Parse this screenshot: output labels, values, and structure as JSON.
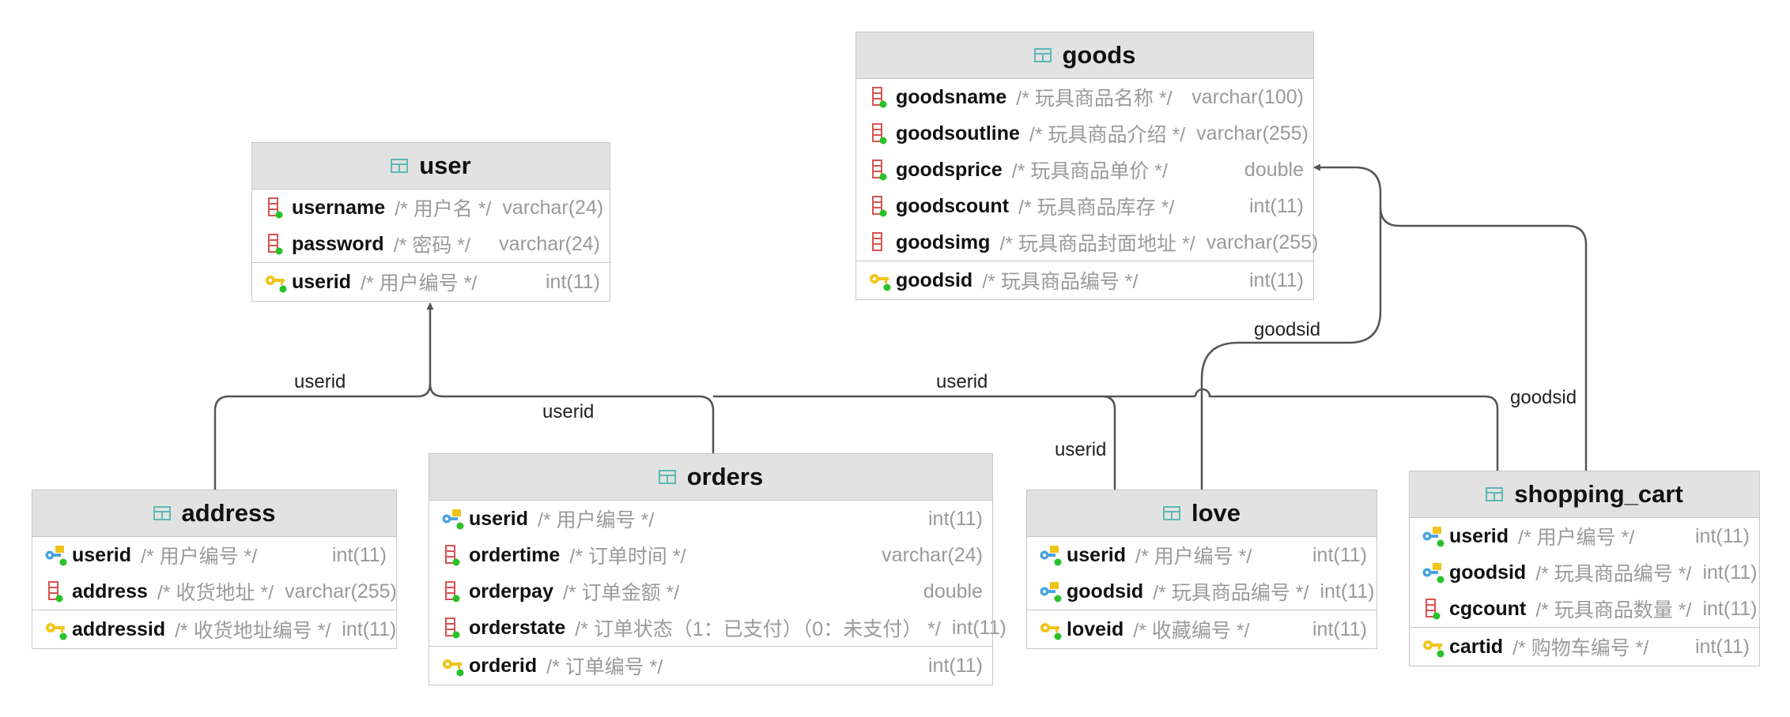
{
  "tables": {
    "goods": {
      "name": "goods",
      "columns": [
        {
          "name": "goodsname",
          "comment": "/* 玩具商品名称 */",
          "type": "varchar(100)",
          "icon": "column-icon"
        },
        {
          "name": "goodsoutline",
          "comment": "/* 玩具商品介绍 */",
          "type": "varchar(255)",
          "icon": "column-icon"
        },
        {
          "name": "goodsprice",
          "comment": "/* 玩具商品单价 */",
          "type": "double",
          "icon": "column-icon"
        },
        {
          "name": "goodscount",
          "comment": "/* 玩具商品库存 */",
          "type": "int(11)",
          "icon": "column-icon"
        },
        {
          "name": "goodsimg",
          "comment": "/* 玩具商品封面地址 */",
          "type": "varchar(255)",
          "icon": "nullable-column-icon"
        }
      ],
      "key": {
        "name": "goodsid",
        "comment": "/* 玩具商品编号 */",
        "type": "int(11)",
        "icon": "primary-key-icon"
      }
    },
    "user": {
      "name": "user",
      "columns": [
        {
          "name": "username",
          "comment": "/* 用户名 */",
          "type": "varchar(24)",
          "icon": "column-icon"
        },
        {
          "name": "password",
          "comment": "/* 密码 */",
          "type": "varchar(24)",
          "icon": "column-icon"
        }
      ],
      "key": {
        "name": "userid",
        "comment": "/* 用户编号 */",
        "type": "int(11)",
        "icon": "primary-key-icon"
      }
    },
    "address": {
      "name": "address",
      "columns": [
        {
          "name": "userid",
          "comment": "/* 用户编号 */",
          "type": "int(11)",
          "icon": "foreign-key-icon"
        },
        {
          "name": "address",
          "comment": "/* 收货地址 */",
          "type": "varchar(255)",
          "icon": "column-icon"
        }
      ],
      "key": {
        "name": "addressid",
        "comment": "/* 收货地址编号 */",
        "type": "int(11)",
        "icon": "primary-key-icon"
      }
    },
    "orders": {
      "name": "orders",
      "columns": [
        {
          "name": "userid",
          "comment": "/* 用户编号 */",
          "type": "int(11)",
          "icon": "foreign-key-icon"
        },
        {
          "name": "ordertime",
          "comment": "/* 订单时间 */",
          "type": "varchar(24)",
          "icon": "column-icon"
        },
        {
          "name": "orderpay",
          "comment": "/* 订单金额 */",
          "type": "double",
          "icon": "column-icon"
        },
        {
          "name": "orderstate",
          "comment": "/* 订单状态（1：已支付）（0：未支付） */",
          "type": "int(11)",
          "icon": "column-icon"
        }
      ],
      "key": {
        "name": "orderid",
        "comment": "/* 订单编号 */",
        "type": "int(11)",
        "icon": "primary-key-icon"
      }
    },
    "love": {
      "name": "love",
      "columns": [
        {
          "name": "userid",
          "comment": "/* 用户编号 */",
          "type": "int(11)",
          "icon": "foreign-key-icon"
        },
        {
          "name": "goodsid",
          "comment": "/* 玩具商品编号 */",
          "type": "int(11)",
          "icon": "foreign-key-icon"
        }
      ],
      "key": {
        "name": "loveid",
        "comment": "/* 收藏编号 */",
        "type": "int(11)",
        "icon": "primary-key-icon"
      }
    },
    "shopping_cart": {
      "name": "shopping_cart",
      "columns": [
        {
          "name": "userid",
          "comment": "/* 用户编号 */",
          "type": "int(11)",
          "icon": "foreign-key-icon"
        },
        {
          "name": "goodsid",
          "comment": "/* 玩具商品编号 */",
          "type": "int(11)",
          "icon": "foreign-key-icon"
        },
        {
          "name": "cgcount",
          "comment": "/* 玩具商品数量 */",
          "type": "int(11)",
          "icon": "column-icon"
        }
      ],
      "key": {
        "name": "cartid",
        "comment": "/* 购物车编号 */",
        "type": "int(11)",
        "icon": "primary-key-icon"
      }
    }
  },
  "relations": [
    {
      "from": "address",
      "to": "user",
      "label": "userid"
    },
    {
      "from": "orders",
      "to": "user",
      "label": "userid"
    },
    {
      "from": "love",
      "to": "user",
      "label": "userid"
    },
    {
      "from": "shopping_cart",
      "to": "user",
      "label": "userid"
    },
    {
      "from": "love",
      "to": "goods",
      "label": "goodsid"
    },
    {
      "from": "shopping_cart",
      "to": "goods",
      "label": "goodsid"
    }
  ],
  "colors": {
    "header_bg": "#e2e2e2",
    "border": "#c6c6c6",
    "table_icon": "#5cb8b4",
    "column_icon": "#d9534f",
    "key_icon": "#f0c419",
    "fk_icon": "#4aa3df",
    "dot": "#27c227",
    "comment": "#9a9a9a",
    "line": "#555555"
  }
}
